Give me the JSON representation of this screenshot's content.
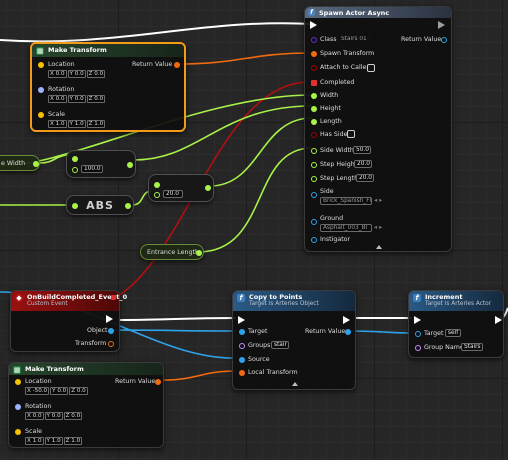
{
  "colors": {
    "exec": "#ffffff",
    "vector": "#f5c100",
    "rotator": "#9fb2ff",
    "float": "#a8f24a",
    "integer": "#4fe3c2",
    "object": "#2fa3ea",
    "class": "#6a2fd6",
    "bool": "#a30000",
    "name": "#c98cff",
    "transform": "#f26a10",
    "event_header": "#8c0e0e",
    "function_header": "#1a4a7a",
    "struct_header": "#1f3a24"
  },
  "make_transform_top": {
    "title": "Make Transform",
    "icon": "struct-icon",
    "location": {
      "label": "Location",
      "x": "0.0",
      "y": "0.0",
      "z": "0.0"
    },
    "rotation": {
      "label": "Rotation",
      "x": "0.0",
      "y": "0.0",
      "z": "0.0"
    },
    "scale": {
      "label": "Scale",
      "x": "1.0",
      "y": "1.0",
      "z": "1.0"
    },
    "return_value": "Return Value"
  },
  "spawn_actor": {
    "title": "Spawn Actor Async",
    "class_label": "Class",
    "class_value": "Stairs 01",
    "return_value": "Return Value",
    "spawn_transform": "Spawn Transform",
    "attach_to_caller": "Attach to Caller",
    "completed": "Completed",
    "width": "Width",
    "height": "Height",
    "length": "Length",
    "has_side": "Has Side",
    "side_width": {
      "label": "Side Width",
      "value": "50.0"
    },
    "step_height": {
      "label": "Step Height",
      "value": "20.0"
    },
    "step_length": {
      "label": "Step Length",
      "value": "20.0"
    },
    "side": {
      "label": "Side",
      "value": "Brick_Spanish_Fl"
    },
    "ground": {
      "label": "Ground",
      "value": "Asphalt_003_Bl"
    },
    "instigator": "Instigator"
  },
  "width_var": {
    "label": "e Width"
  },
  "mult_node": {
    "value": "100.0"
  },
  "abs_node": {
    "label": "ABS"
  },
  "add_node": {
    "value": "20.0"
  },
  "entrance_length": {
    "label": "Entrance Length"
  },
  "event": {
    "title": "OnBuildCompleted_Event_0",
    "subtitle": "Custom Event",
    "object": "Object",
    "transform": "Transform"
  },
  "copy_to_points": {
    "title": "Copy to Points",
    "subtitle": "Target is Arteries Object",
    "target": "Target",
    "groups_label": "Groups",
    "groups_value": "stair",
    "source": "Source",
    "local_transform": "Local Transform",
    "return_value": "Return Value"
  },
  "increment": {
    "title": "Increment",
    "subtitle": "Target is Arteries Actor",
    "target": "Target",
    "target_value": "self",
    "group_name_label": "Group Name",
    "group_name_value": "Stairs"
  },
  "make_transform_bottom": {
    "title": "Make Transform",
    "location": {
      "label": "Location",
      "x": "-50.0",
      "y": "0.0",
      "z": "0.0"
    },
    "rotation": {
      "label": "Rotation",
      "x": "0.0",
      "y": "0.0",
      "z": "0.0"
    },
    "scale": {
      "label": "Scale",
      "x": "1.0",
      "y": "1.0",
      "z": "1.0"
    },
    "return_value": "Return Value"
  }
}
